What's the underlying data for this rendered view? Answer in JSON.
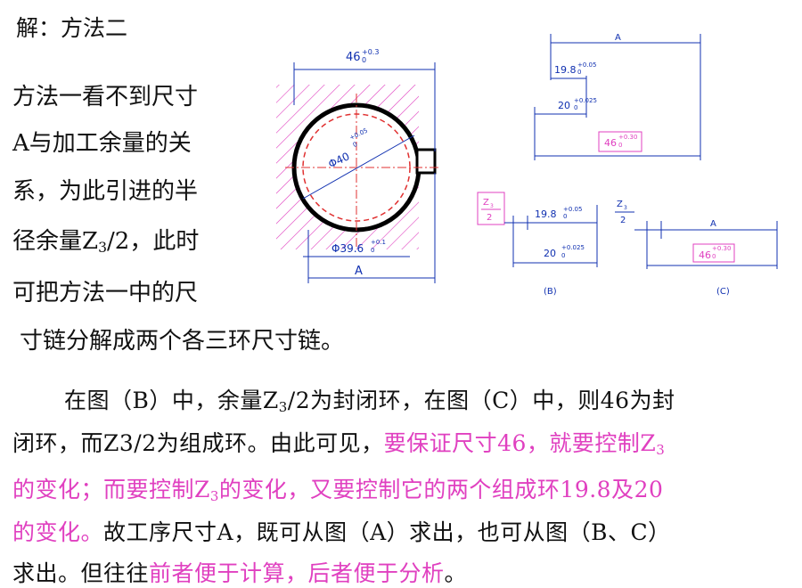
{
  "heading": "解：方法二",
  "left_lines": [
    "方法一看不到尺寸",
    "A与加工余量的关",
    "系，为此引进的半",
    "径余量",
    "可把方法一中的尺",
    "寸链分解成两个各三环尺寸链。"
  ],
  "left_line4": {
    "z": "Z",
    "sub": "3",
    "rest": "/2，此时"
  },
  "para1": {
    "a": "在图（B）中，余量Z",
    "a_sub": "3",
    "b": "/2为封闭环，在图（C）中，则46为封"
  },
  "para2": {
    "a": "闭环，而Z3/2为组成环。由此可见，",
    "pink": "要保证尺寸46，就要控制Z",
    "pink_sub": "3"
  },
  "para3": {
    "a": "的变化；而要控制Z",
    "sub": "3",
    "b": "的变化，又要控制它的两个组成环19.8及20"
  },
  "para4": {
    "pink": "的变化。",
    "rest": "故工序尺寸A，既可从图（A）求出，也可从图（B、C）"
  },
  "para5": {
    "a": "求出。但往往",
    "pink": "前者便于计算，后者便于分析",
    "end": "。"
  },
  "colors": {
    "accent": "#e040c0",
    "text": "#111111",
    "blue": "#1030b0"
  },
  "diagram_a": {
    "top_dim": "46",
    "top_tol_up": "+0.3",
    "top_tol_low": "0",
    "dia_outer": "Φ40",
    "dia_outer_up": "+0.05",
    "dia_outer_low": "0",
    "dia_inner": "Φ39.6",
    "dia_inner_up": "+0.1",
    "dia_inner_low": "0",
    "bottom_dim": "A"
  },
  "diagram_main": {
    "a_label": "A",
    "d1": "19.8",
    "d1_up": "+0.05",
    "d1_low": "0",
    "d2": "20",
    "d2_up": "+0.025",
    "d2_low": "0",
    "d3": "46",
    "d3_up": "+0.30",
    "d3_low": "0"
  },
  "diagram_b": {
    "z_num": "Z",
    "z_sub": "3",
    "z_den": "2",
    "d1": "19.8",
    "d1_up": "+0.05",
    "d1_low": "0",
    "d2": "20",
    "d2_up": "+0.025",
    "d2_low": "0",
    "caption": "(B)"
  },
  "diagram_c": {
    "z_num": "Z",
    "z_sub": "3",
    "z_den": "2",
    "a_label": "A",
    "d3": "46",
    "d3_up": "+0.30",
    "d3_low": "0",
    "caption": "(C)"
  }
}
